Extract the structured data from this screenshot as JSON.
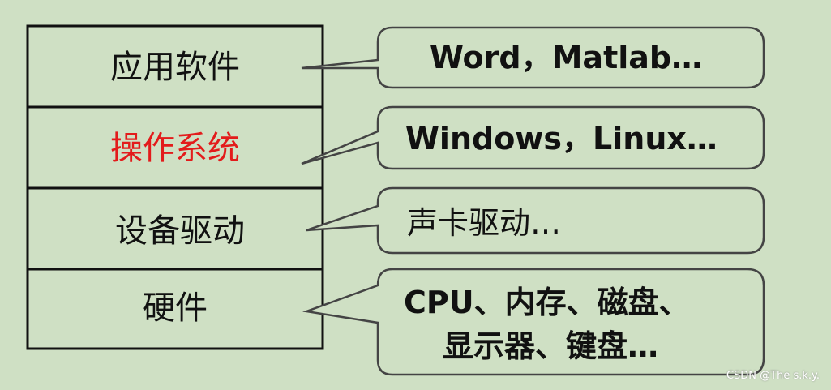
{
  "layers": [
    {
      "label": "应用软件",
      "color": "#111111"
    },
    {
      "label": "操作系统",
      "color": "#e31b1b"
    },
    {
      "label": "设备驱动",
      "color": "#111111"
    },
    {
      "label": "硬件",
      "color": "#111111"
    }
  ],
  "callouts": [
    {
      "lines": [
        "Word，Matlab…"
      ]
    },
    {
      "lines": [
        "Windows，Linux…"
      ]
    },
    {
      "lines": [
        "声卡驱动…"
      ]
    },
    {
      "lines": [
        "CPU、内存、磁盘、",
        "显示器、键盘…"
      ]
    }
  ],
  "watermark": "CSDN @The s.k.y."
}
